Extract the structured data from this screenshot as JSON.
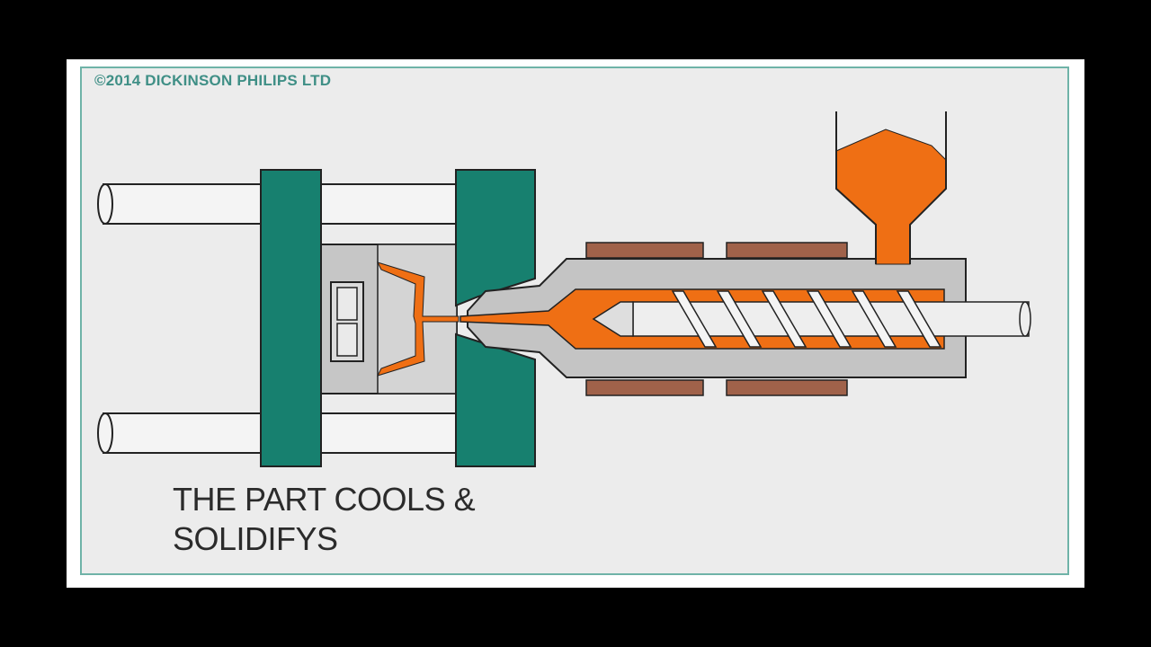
{
  "copyright": "©2014 DICKINSON PHILIPS LTD",
  "caption": {
    "line1": "THE PART COOLS &",
    "line2": "SOLIDIFYS"
  },
  "colors": {
    "background": "#000000",
    "panel": "#ececec",
    "border": "#6fb3a8",
    "platen": "#17806f",
    "plastic": "#ef6f14",
    "heater": "#a0624a",
    "barrel": "#c4c4c4",
    "tie_bar": "#f4f4f4"
  }
}
